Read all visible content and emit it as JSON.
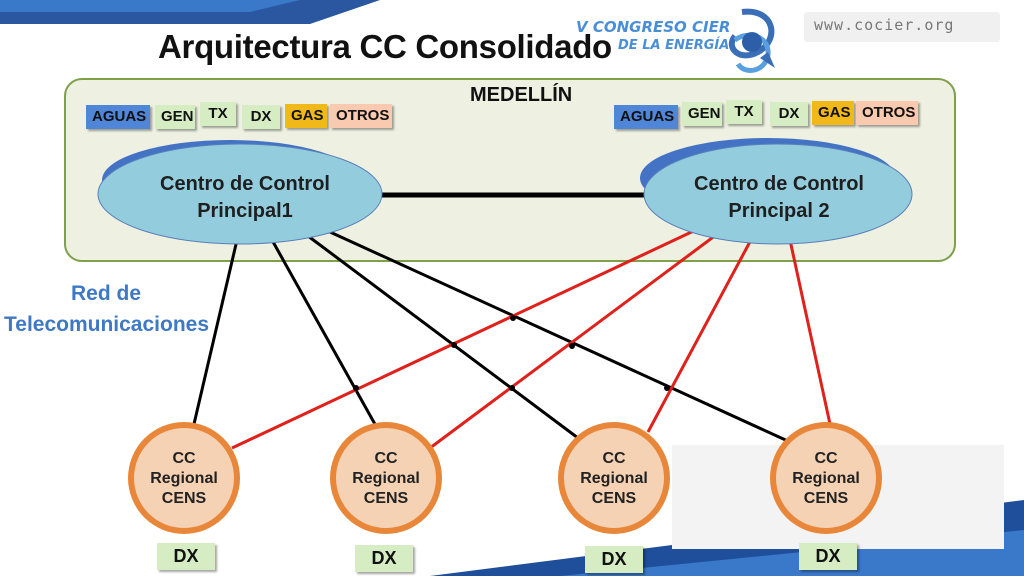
{
  "header": {
    "title": "Arquitectura CC Consolidado",
    "url": "www.cocier.org",
    "logo_line1": "V CONGRESO CIER",
    "logo_line2": "DE LA ENERGÍA"
  },
  "region": {
    "label": "MEDELLÍN"
  },
  "tags_left": [
    "AGUAS",
    "GEN",
    "TX",
    "DX",
    "GAS",
    "OTROS"
  ],
  "tags_right": [
    "AGUAS",
    "GEN",
    "TX",
    "DX",
    "GAS",
    "OTROS"
  ],
  "network_label": {
    "line1": "Red de",
    "line2": "Telecomunicaciones"
  },
  "principal_1": {
    "line1": "Centro de Control",
    "line2": "Principal1"
  },
  "principal_2": {
    "line1": "Centro de Control",
    "line2": "Principal 2"
  },
  "regional": [
    {
      "line1": "CC",
      "line2": "Regional",
      "line3": "CENS",
      "dx": "DX"
    },
    {
      "line1": "CC",
      "line2": "Regional",
      "line3": "CENS",
      "dx": "DX"
    },
    {
      "line1": "CC",
      "line2": "Regional",
      "line3": "CENS",
      "dx": "DX"
    },
    {
      "line1": "CC",
      "line2": "Regional",
      "line3": "CENS",
      "dx": "DX"
    }
  ],
  "colors": {
    "black_link": "#000000",
    "red_link": "#e0201a",
    "principal_fill": "#93cddd",
    "principal_back": "#4472c4",
    "regional_ring": "#e8873a",
    "regional_fill": "#f6d2b4",
    "region_border": "#7ea04a",
    "tag_blue": "#4f86d8",
    "tag_green": "#d6ecc3",
    "tag_yellow": "#f1b81a",
    "tag_salmon": "#f9c9b0"
  }
}
